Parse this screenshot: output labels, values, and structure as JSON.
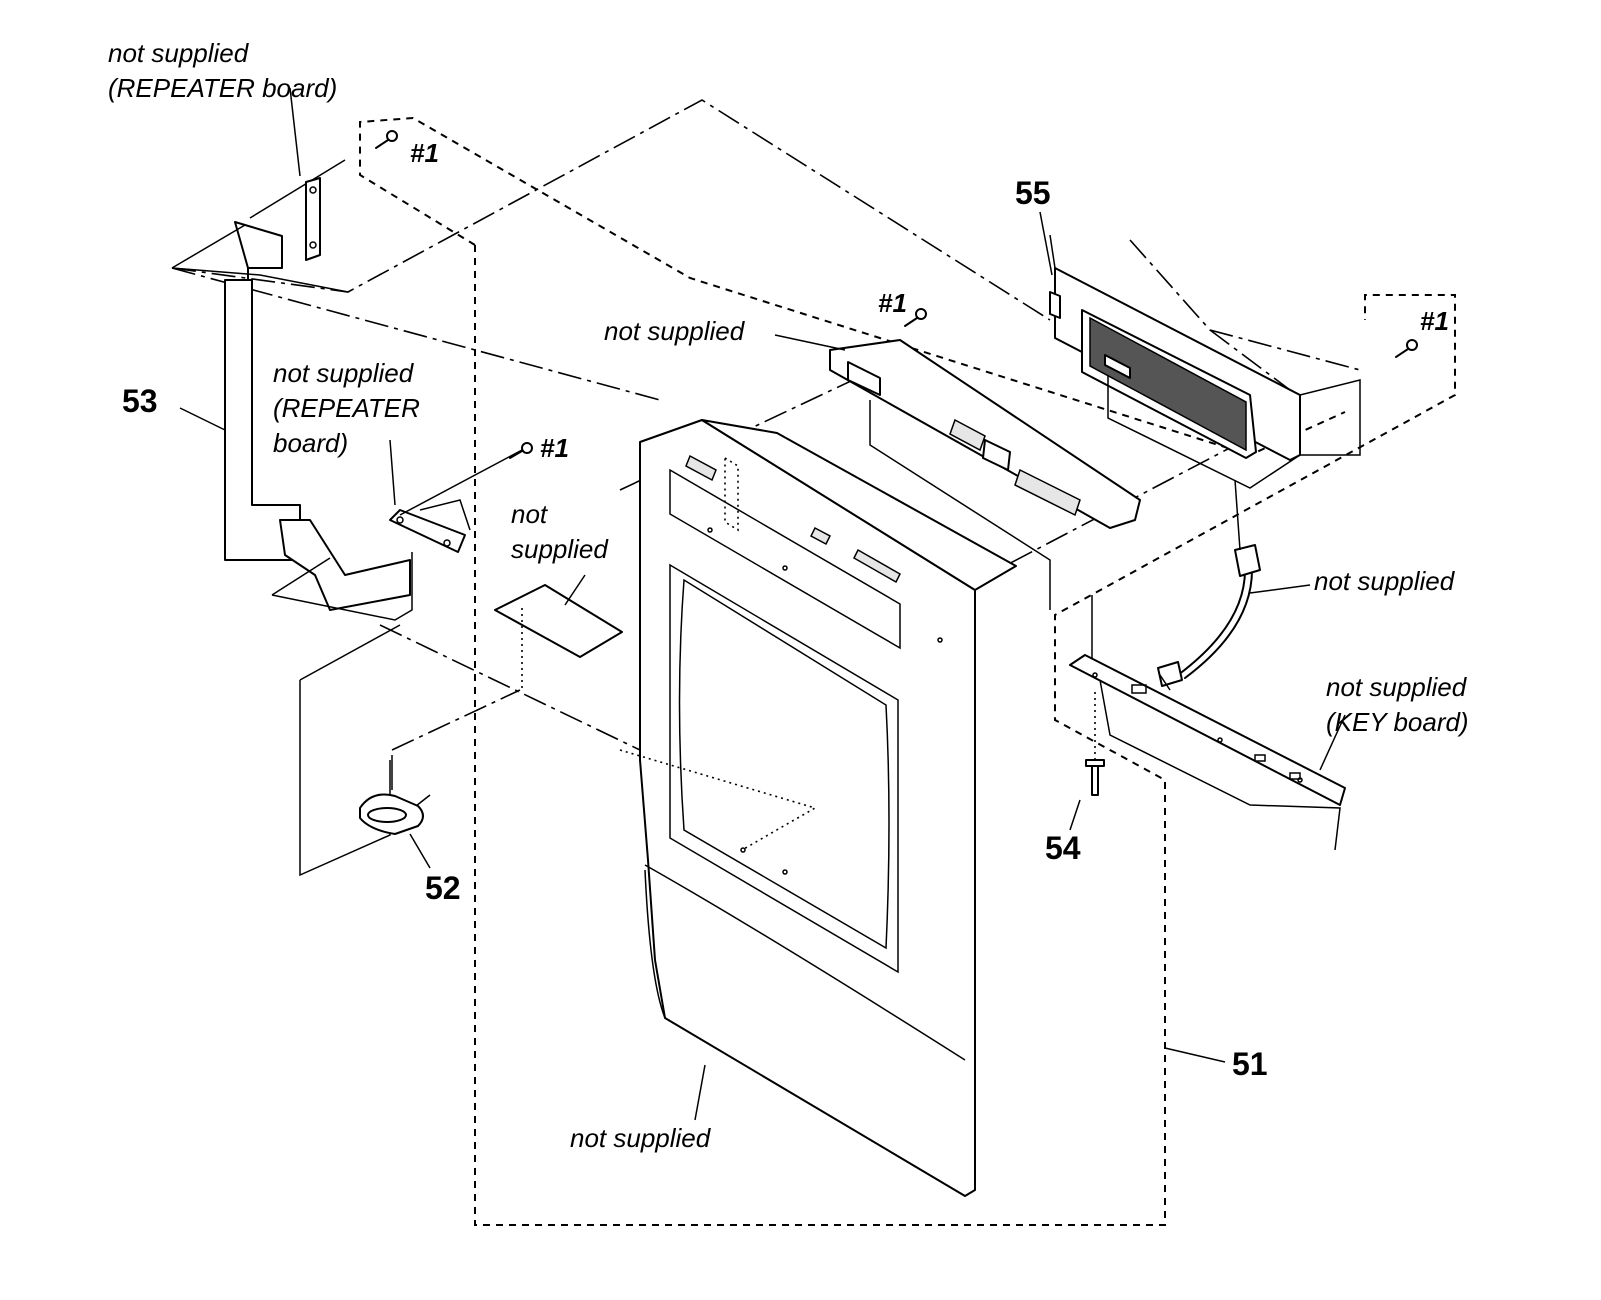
{
  "labels": {
    "repeater_top": "not supplied\n(REPEATER board)",
    "repeater_mid": "not supplied\n(REPEATER\nboard)",
    "not_supplied_panel": "not\nsupplied",
    "not_supplied_board": "not supplied",
    "not_supplied_cable": "not supplied",
    "key_board": "not supplied\n(KEY board)",
    "not_supplied_front": "not supplied",
    "screw_tl": "#1",
    "screw_mid": "#1",
    "screw_top": "#1",
    "screw_right": "#1",
    "part_51": "51",
    "part_52": "52",
    "part_53": "53",
    "part_54": "54",
    "part_55": "55"
  }
}
